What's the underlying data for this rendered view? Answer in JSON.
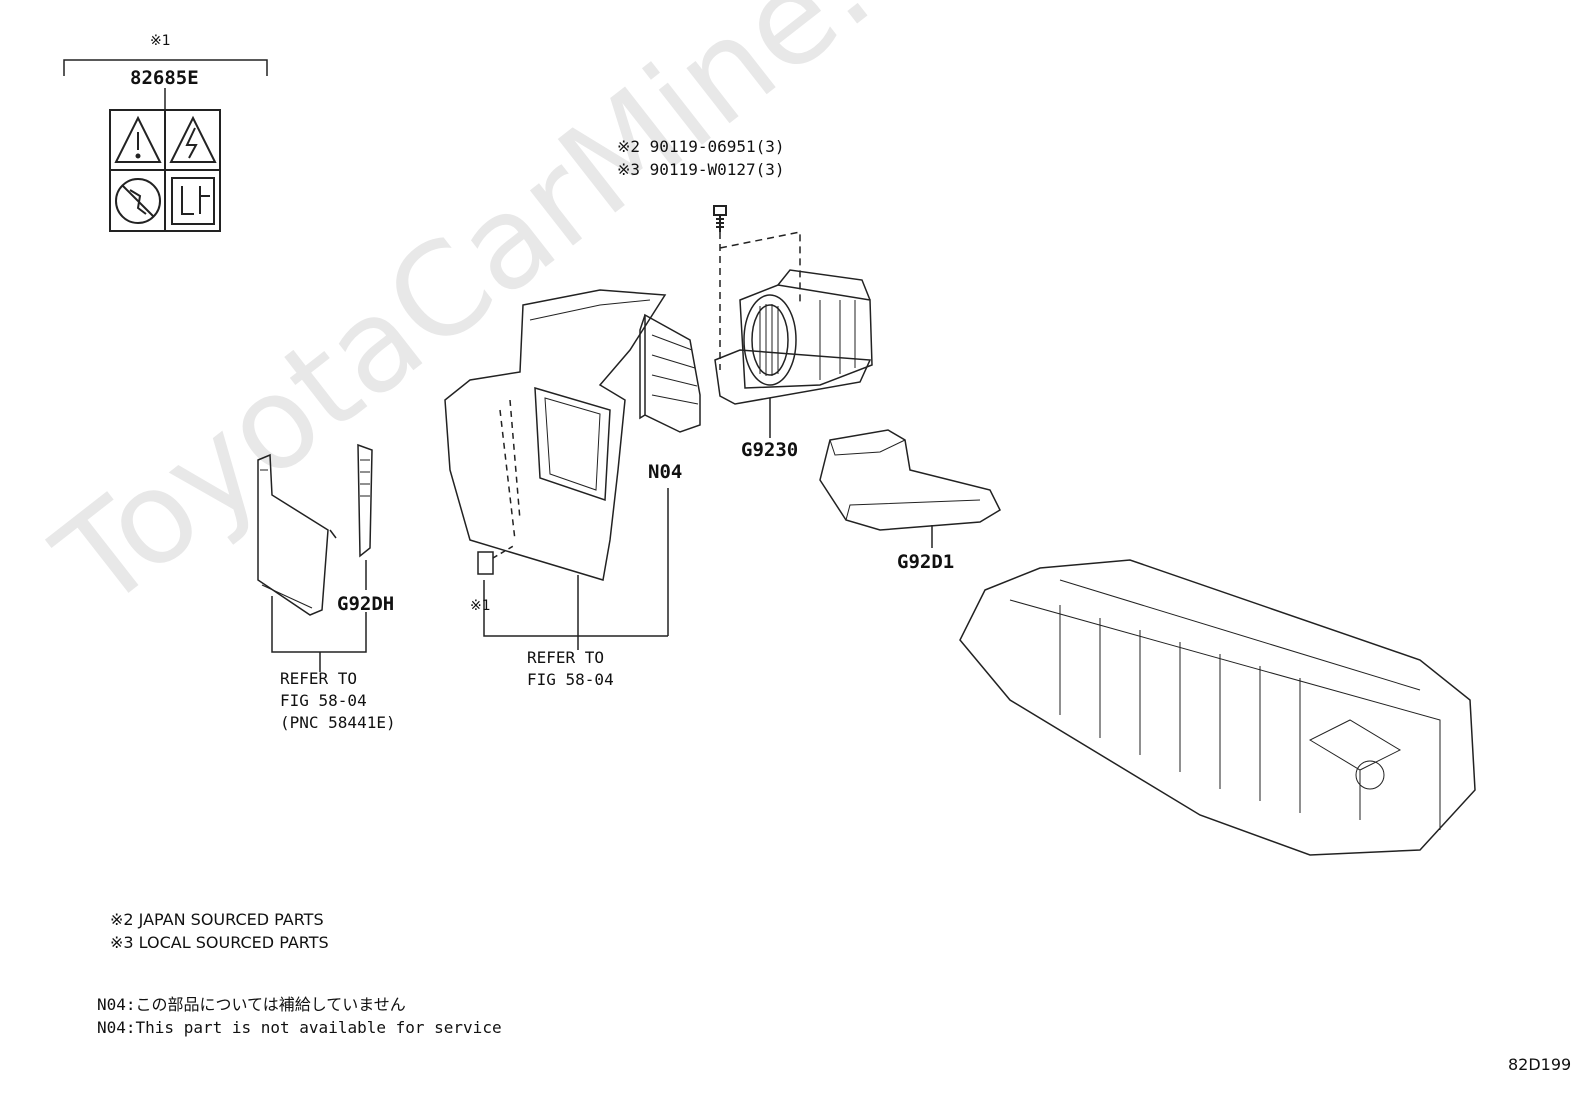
{
  "watermark": "ToyotaCarMine.ru",
  "labels": {
    "note1_top": "※1",
    "part_82685E": "82685E",
    "bolt_line1": "※2 90119-06951(3)",
    "bolt_line2": "※3 90119-W0127(3)",
    "part_G9230": "G9230",
    "part_N04": "N04",
    "part_G92D1": "G92D1",
    "part_G92DH": "G92DH",
    "note1_small": "※1",
    "refer_mid_1": "REFER TO",
    "refer_mid_2": "FIG 58-04",
    "refer_left_1": "REFER TO",
    "refer_left_2": "FIG 58-04",
    "refer_left_3": "(PNC 58441E)"
  },
  "notes": {
    "japan": "※2 JAPAN SOURCED PARTS",
    "local": "※3 LOCAL SOURCED PARTS",
    "n04_jp": "N04:この部品については補給していません",
    "n04_en": "N04:This part is not available for service"
  },
  "figure_id": "82D199"
}
